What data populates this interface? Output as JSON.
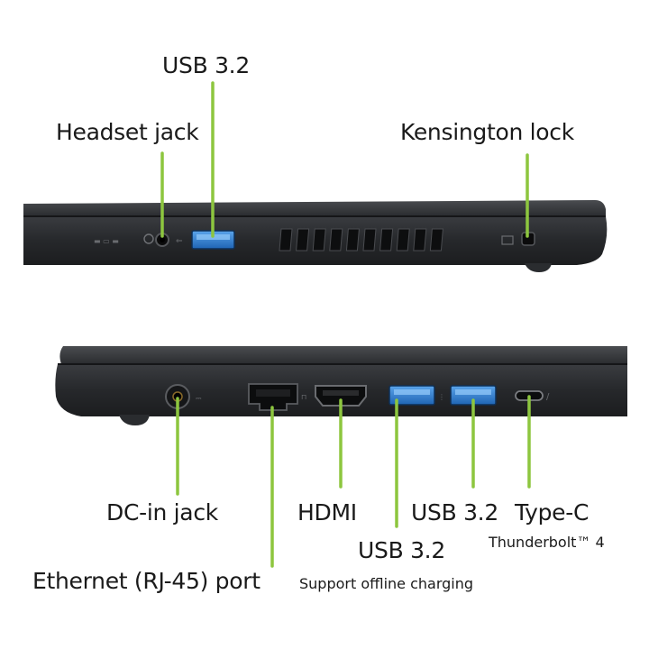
{
  "side_left": {
    "headset_jack": "Headset jack",
    "usb_top": "USB 3.2",
    "kensington": "Kensington lock"
  },
  "side_right": {
    "dc_in": "DC-in jack",
    "ethernet": "Ethernet (RJ-45) port",
    "hdmi": "HDMI",
    "usb_a": "USB 3.2",
    "usb_a_note": "Support offline charging",
    "usb_b": "USB 3.2",
    "type_c": "Type-C",
    "type_c_note": "Thunderbolt™ 4"
  },
  "colors": {
    "callout_line": "#8dc63f",
    "chassis": "#2b2d30",
    "chassis_edge": "#1a1b1d",
    "usb_blue": "#2f7fd1"
  }
}
